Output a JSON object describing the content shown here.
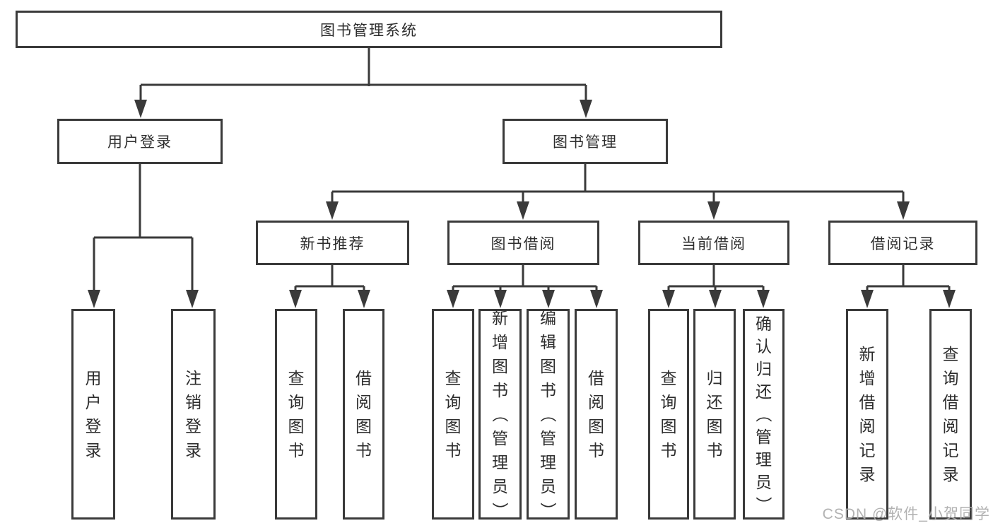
{
  "tree": {
    "root": {
      "label": "图书管理系统"
    },
    "login": {
      "label": "用户登录",
      "children": [
        {
          "label": "用户登录"
        },
        {
          "label": "注销登录"
        }
      ]
    },
    "management": {
      "label": "图书管理",
      "sections": [
        {
          "label": "新书推荐",
          "children": [
            {
              "label": "查询图书"
            },
            {
              "label": "借阅图书"
            }
          ]
        },
        {
          "label": "图书借阅",
          "children": [
            {
              "label": "查询图书"
            },
            {
              "label": "新增图书（管理员）"
            },
            {
              "label": "编辑图书（管理员）"
            },
            {
              "label": "借阅图书"
            }
          ]
        },
        {
          "label": "当前借阅",
          "children": [
            {
              "label": "查询图书"
            },
            {
              "label": "归还图书"
            },
            {
              "label": "确认归还（管理员）"
            }
          ]
        },
        {
          "label": "借阅记录",
          "children": [
            {
              "label": "新增借阅记录"
            },
            {
              "label": "查询借阅记录"
            }
          ]
        }
      ]
    }
  },
  "watermark": "CSDN @软件_小贺同学",
  "colors": {
    "line": "#3a3a3a",
    "text": "#2d2d2d",
    "background": "#ffffff",
    "watermark": "#aaaaaa"
  }
}
